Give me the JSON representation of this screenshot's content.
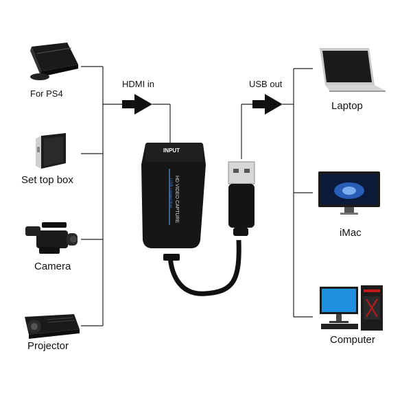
{
  "inputs": {
    "ps4": "For PS4",
    "stb": "Set top box",
    "camera": "Camera",
    "projector": "Projector"
  },
  "outputs": {
    "laptop": "Laptop",
    "imac": "iMac",
    "computer": "Computer"
  },
  "arrows": {
    "hdmi_in": "HDMI in",
    "usb_out": "USB out"
  },
  "device": {
    "port_label": "INPUT",
    "brand_line1": "HD VIDEO CAPTURE",
    "brand_line2": "USB connection"
  }
}
